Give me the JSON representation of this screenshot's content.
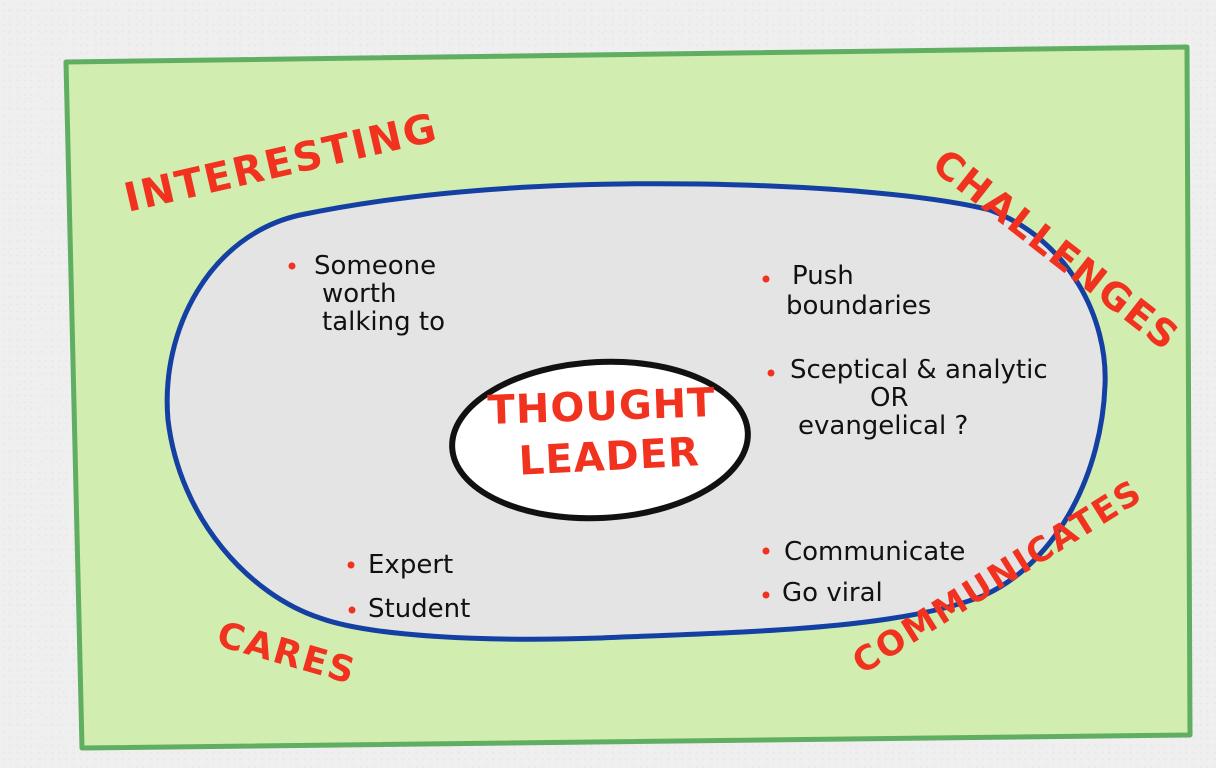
{
  "labels": {
    "interesting": "INTERESTING",
    "challenges": "CHALLENGES",
    "cares": "CARES",
    "communicates": "COMMUNICATES"
  },
  "center": {
    "line1": "THOUGHT",
    "line2": "LEADER"
  },
  "notes": {
    "interesting": [
      "Someone",
      "worth",
      "talking to"
    ],
    "challenges_1": [
      "Push",
      "boundaries"
    ],
    "challenges_2": [
      "Sceptical & analytic",
      "OR",
      "evangelical ?"
    ],
    "cares": [
      "Expert",
      "Student"
    ],
    "communicates": [
      "Communicate",
      "Go viral"
    ]
  },
  "colors": {
    "outer_fill": "#d2edb0",
    "outer_stroke": "#5fae62",
    "inner_fill": "#e4e4e4",
    "inner_stroke": "#1540a3",
    "center_fill": "#ffffff",
    "center_stroke": "#111111",
    "accent": "#f0321f"
  }
}
